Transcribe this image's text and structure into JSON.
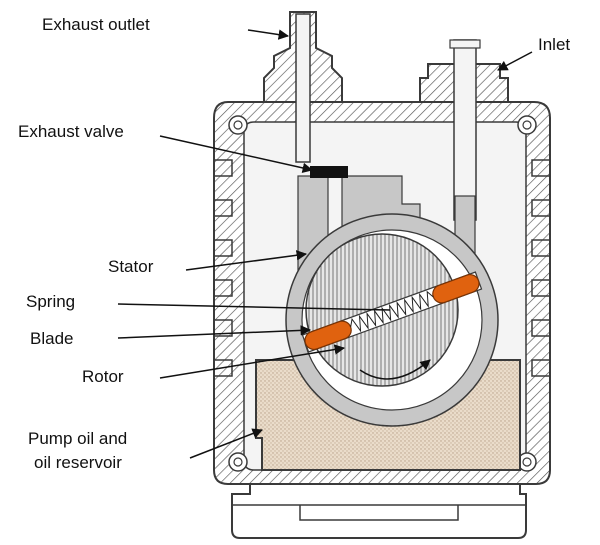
{
  "labels": {
    "exhaust_outlet": "Exhaust outlet",
    "inlet": "Inlet",
    "exhaust_valve": "Exhaust valve",
    "stator": "Stator",
    "spring": "Spring",
    "blade": "Blade",
    "rotor": "Rotor",
    "oil_line1": "Pump oil and",
    "oil_line2": "oil reservoir"
  },
  "colors": {
    "blade": "#e0620f",
    "oil": "#e9dccb",
    "stator": "#c7c7c7",
    "body": "#ececec",
    "outline": "#3a3a3a"
  }
}
